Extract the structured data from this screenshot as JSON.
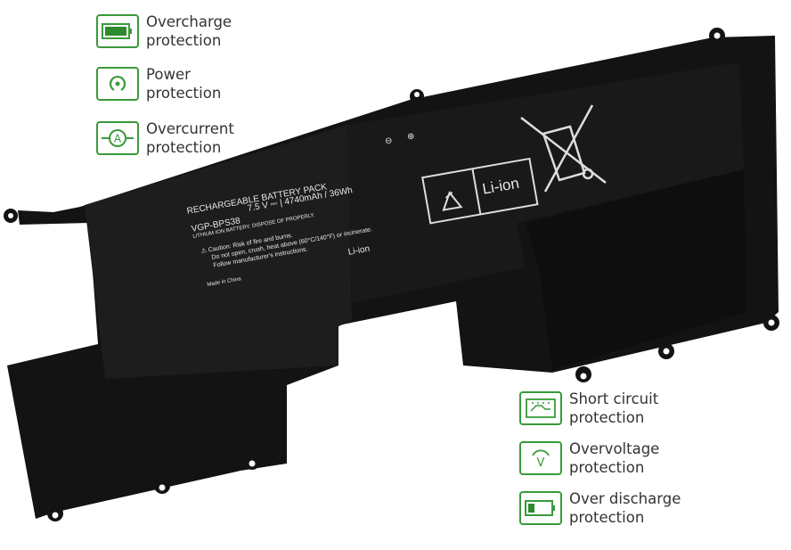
{
  "features_top": [
    {
      "icon": "battery-full-icon",
      "line1": "Overcharge",
      "line2": "protection"
    },
    {
      "icon": "power-icon",
      "line1": "Power",
      "line2": "protection"
    },
    {
      "icon": "ammeter-icon",
      "line1": "Overcurrent",
      "line2": "protection"
    }
  ],
  "features_bottom": [
    {
      "icon": "circuit-board-icon",
      "line1": "Short circuit",
      "line2": "protection"
    },
    {
      "icon": "voltmeter-icon",
      "line1": "Overvoltage",
      "line2": "protection"
    },
    {
      "icon": "battery-low-icon",
      "line1": "Over discharge",
      "line2": "protection"
    }
  ],
  "label": {
    "title": "RECHARGEABLE BATTERY PACK",
    "model": "VGP-BPS38",
    "spec": "7.5 V ⎓ | 4740mAh / 36Wh",
    "type": "LITHIUM ION BATTERY.   DISPOSE OF PROPERLY.",
    "caution1": "⚠ Caution: Risk of fire and burns.",
    "caution2": "Do not open, crush, heat above (60°C/140°F) or incinerate.",
    "caution3": "Follow manufacturer's instructions.",
    "liion_small": "Li-ion",
    "origin": "Made in China",
    "liion_badge": "Li-ion",
    "minus": "⊖",
    "plus": "⊕"
  },
  "colors": {
    "accent": "#3a9a3a",
    "battery": "#141414"
  }
}
